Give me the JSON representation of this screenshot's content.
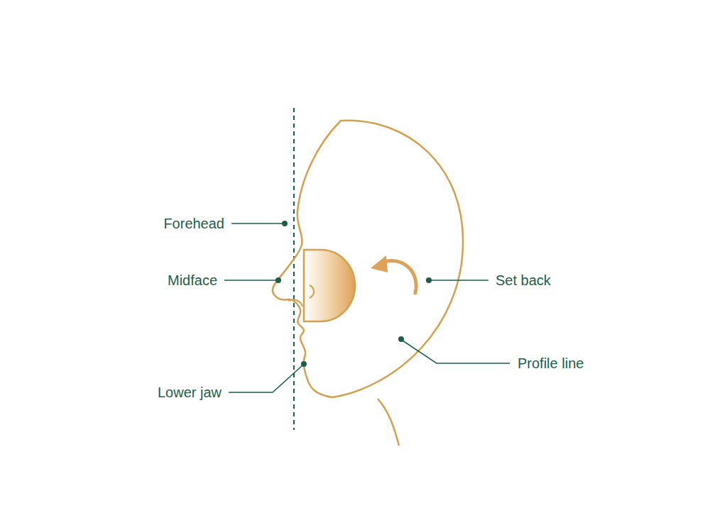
{
  "diagram": {
    "labels": [
      "Forehead",
      "Midface",
      "Set back",
      "Profile line",
      "Lower jaw"
    ]
  }
}
